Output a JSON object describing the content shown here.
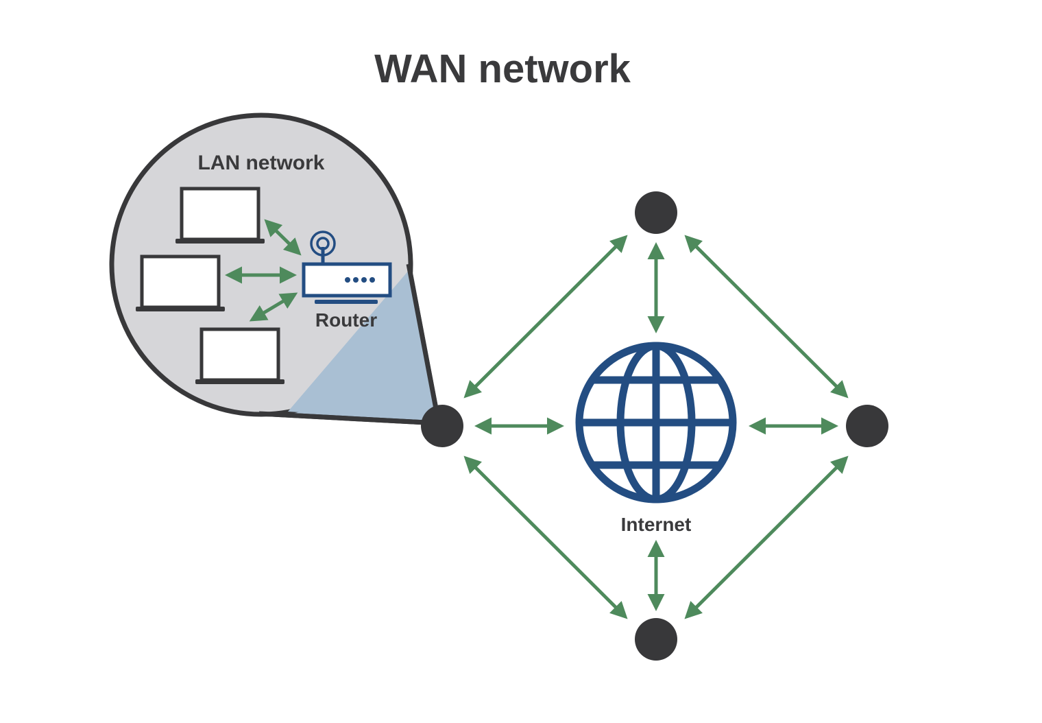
{
  "title": "WAN network",
  "lan": {
    "title": "LAN network",
    "router_label": "Router"
  },
  "internet_label": "Internet",
  "colors": {
    "background": "#ffffff",
    "text": "#3a3a3c",
    "node": "#38383a",
    "arrow": "#4e8a5c",
    "globe": "#234d82",
    "router": "#234d82",
    "lan_bubble": "#d6d6d9",
    "callout": "#a9bfd3",
    "laptop_fill": "#ffffff",
    "laptop_stroke": "#38383a"
  },
  "icons": {
    "globe": "globe-icon",
    "router": "router-icon",
    "laptop": "laptop-icon"
  }
}
